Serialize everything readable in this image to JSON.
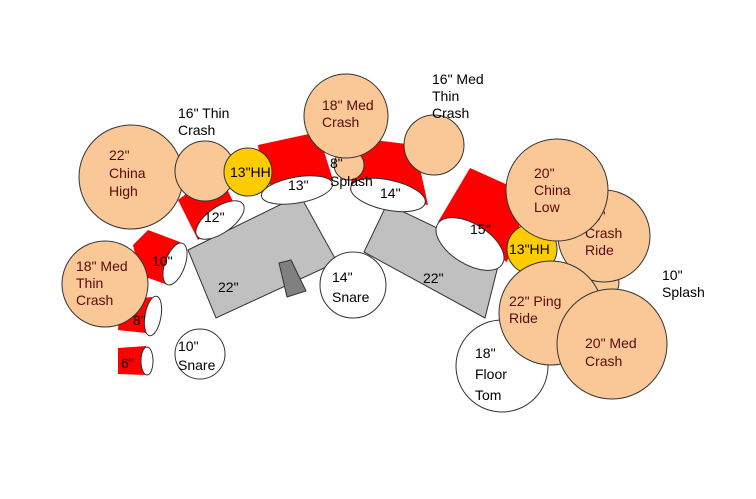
{
  "colors": {
    "background": "#ffffff",
    "cymbal": "#fac896",
    "hihat": "#ffcc00",
    "drum_shell": "#ff0000",
    "drum_head": "#ffffff",
    "bass_drum": "#c0c0c0",
    "throne_pedal": "#808080",
    "outline": "#333333"
  },
  "bass_drums": [
    {
      "label": "22\""
    },
    {
      "label": "22\""
    }
  ],
  "toms": [
    {
      "label": "12\""
    },
    {
      "label": "13\""
    },
    {
      "label": "14\""
    },
    {
      "label": "15\""
    },
    {
      "label": "10\""
    },
    {
      "label": "8\""
    },
    {
      "label": "6\""
    }
  ],
  "snares": [
    {
      "lines": [
        "14\"",
        "Snare"
      ]
    },
    {
      "lines": [
        "10\"",
        "Snare"
      ]
    }
  ],
  "floor_tom": {
    "lines": [
      "18\"",
      "Floor",
      "Tom"
    ]
  },
  "hihats": [
    {
      "label": "13\"HH"
    },
    {
      "label": "13\"HH"
    }
  ],
  "cymbals": {
    "china_high": {
      "lines": [
        "22\"",
        "China",
        "High"
      ]
    },
    "thin_crash_16": {
      "lines": [
        "16\" Thin",
        "Crash"
      ]
    },
    "med_crash_18": {
      "lines": [
        "18\" Med",
        "Crash"
      ]
    },
    "splash_8": {
      "lines": [
        "8\"",
        "Splash"
      ]
    },
    "med_thin_crash_16": {
      "lines": [
        "16\" Med",
        "Thin",
        "Crash"
      ]
    },
    "china_low": {
      "lines": [
        "20\"",
        "China",
        "Low"
      ]
    },
    "crash_ride_18": {
      "lines": [
        "18\"",
        "Crash",
        "Ride"
      ]
    },
    "splash_10": {
      "lines": [
        "10\"",
        "Splash"
      ]
    },
    "ping_ride_22": {
      "lines": [
        "22\" Ping",
        "Ride"
      ]
    },
    "med_crash_20": {
      "lines": [
        "20\" Med",
        "Crash"
      ]
    },
    "med_thin_crash_18": {
      "lines": [
        "18\" Med",
        "Thin",
        "Crash"
      ]
    }
  }
}
